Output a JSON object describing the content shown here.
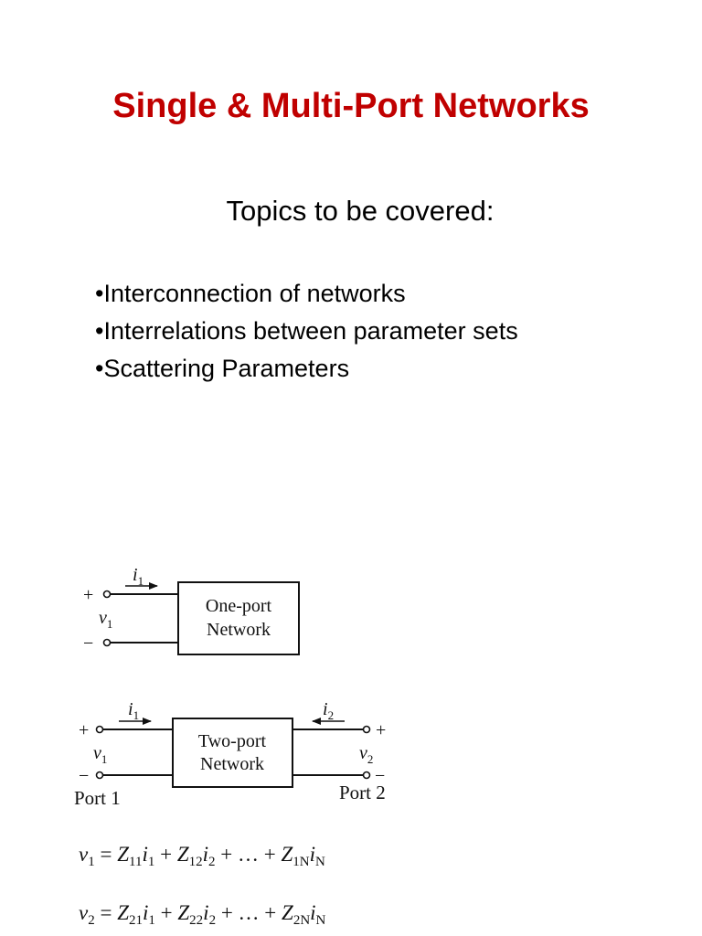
{
  "slide": {
    "title": "Single & Multi-Port Networks",
    "subtitle": "Topics to be covered:",
    "topics": [
      "•Interconnection of networks",
      "•Interrelations between parameter sets",
      "•Scattering Parameters"
    ]
  },
  "one_port": {
    "box_label_line1": "One-port",
    "box_label_line2": "Network",
    "current_label": "i",
    "current_sub": "1",
    "voltage_label": "v",
    "voltage_sub": "1",
    "plus": "+",
    "minus": "−"
  },
  "two_port": {
    "box_label_line1": "Two-port",
    "box_label_line2": "Network",
    "current1_label": "i",
    "current1_sub": "1",
    "current2_label": "i",
    "current2_sub": "2",
    "voltage1_label": "v",
    "voltage1_sub": "1",
    "voltage2_label": "v",
    "voltage2_sub": "2",
    "port1_label": "Port 1",
    "port2_label": "Port 2",
    "plus": "+",
    "minus": "−"
  },
  "equations": {
    "eq1": {
      "lhs_var": "v",
      "lhs_sub": "1",
      "equals": " = ",
      "t1_var": "Z",
      "t1_sub": "11",
      "t1_cur": "i",
      "t1_cur_sub": "1",
      "plus1": " + ",
      "t2_var": "Z",
      "t2_sub": "12",
      "t2_cur": "i",
      "t2_cur_sub": "2",
      "ellipsis": " + … + ",
      "t3_var": "Z",
      "t3_sub": "1N",
      "t3_cur": "i",
      "t3_cur_sub": "N"
    },
    "eq2": {
      "lhs_var": "v",
      "lhs_sub": "2",
      "equals": " = ",
      "t1_var": "Z",
      "t1_sub": "21",
      "t1_cur": "i",
      "t1_cur_sub": "1",
      "plus1": " + ",
      "t2_var": "Z",
      "t2_sub": "22",
      "t2_cur": "i",
      "t2_cur_sub": "2",
      "ellipsis": " + … + ",
      "t3_var": "Z",
      "t3_sub": "2N",
      "t3_cur": "i",
      "t3_cur_sub": "N"
    }
  }
}
